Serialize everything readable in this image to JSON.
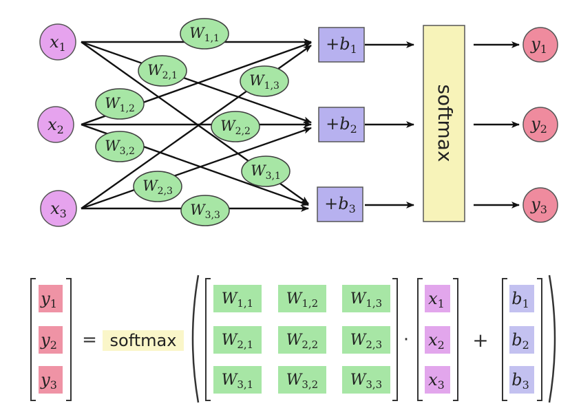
{
  "colors": {
    "input_fill": "#e6a3ee",
    "output_fill": "#ef8b9e",
    "weight_fill": "#a7e6a5",
    "weight_stroke": "#3d3d3d",
    "bias_fill": "#b7b1ef",
    "softmax_fill": "#f7f3b9",
    "eq_weight_fill": "#a7e6a5",
    "eq_input_fill": "#e2a6ec",
    "eq_output_fill": "#ef93a5",
    "eq_bias_fill": "#c3c1f0",
    "eq_softmax_fill": "#faf6c9",
    "line": "#111111"
  },
  "network": {
    "inputs": [
      {
        "base": "x",
        "sub": "1"
      },
      {
        "base": "x",
        "sub": "2"
      },
      {
        "base": "x",
        "sub": "3"
      }
    ],
    "outputs": [
      {
        "base": "y",
        "sub": "1"
      },
      {
        "base": "y",
        "sub": "2"
      },
      {
        "base": "y",
        "sub": "3"
      }
    ],
    "biases": [
      {
        "prefix": "+",
        "base": "b",
        "sub": "1"
      },
      {
        "prefix": "+",
        "base": "b",
        "sub": "2"
      },
      {
        "prefix": "+",
        "base": "b",
        "sub": "3"
      }
    ],
    "weights": [
      {
        "base": "W",
        "sub": "1,1"
      },
      {
        "base": "W",
        "sub": "2,1"
      },
      {
        "base": "W",
        "sub": "1,3"
      },
      {
        "base": "W",
        "sub": "1,2"
      },
      {
        "base": "W",
        "sub": "2,2"
      },
      {
        "base": "W",
        "sub": "3,2"
      },
      {
        "base": "W",
        "sub": "3,1"
      },
      {
        "base": "W",
        "sub": "2,3"
      },
      {
        "base": "W",
        "sub": "3,3"
      }
    ],
    "softmax_label": "softmax"
  },
  "equation": {
    "lhs": [
      {
        "base": "y",
        "sub": "1"
      },
      {
        "base": "y",
        "sub": "2"
      },
      {
        "base": "y",
        "sub": "3"
      }
    ],
    "equals": "=",
    "softmax_label": "softmax",
    "matrix": [
      [
        {
          "base": "W",
          "sub": "1,1"
        },
        {
          "base": "W",
          "sub": "1,2"
        },
        {
          "base": "W",
          "sub": "1,3"
        }
      ],
      [
        {
          "base": "W",
          "sub": "2,1"
        },
        {
          "base": "W",
          "sub": "2,2"
        },
        {
          "base": "W",
          "sub": "2,3"
        }
      ],
      [
        {
          "base": "W",
          "sub": "3,1"
        },
        {
          "base": "W",
          "sub": "3,2"
        },
        {
          "base": "W",
          "sub": "3,3"
        }
      ]
    ],
    "dot": "·",
    "x_vector": [
      {
        "base": "x",
        "sub": "1"
      },
      {
        "base": "x",
        "sub": "2"
      },
      {
        "base": "x",
        "sub": "3"
      }
    ],
    "plus": "+",
    "b_vector": [
      {
        "base": "b",
        "sub": "1"
      },
      {
        "base": "b",
        "sub": "2"
      },
      {
        "base": "b",
        "sub": "3"
      }
    ]
  }
}
